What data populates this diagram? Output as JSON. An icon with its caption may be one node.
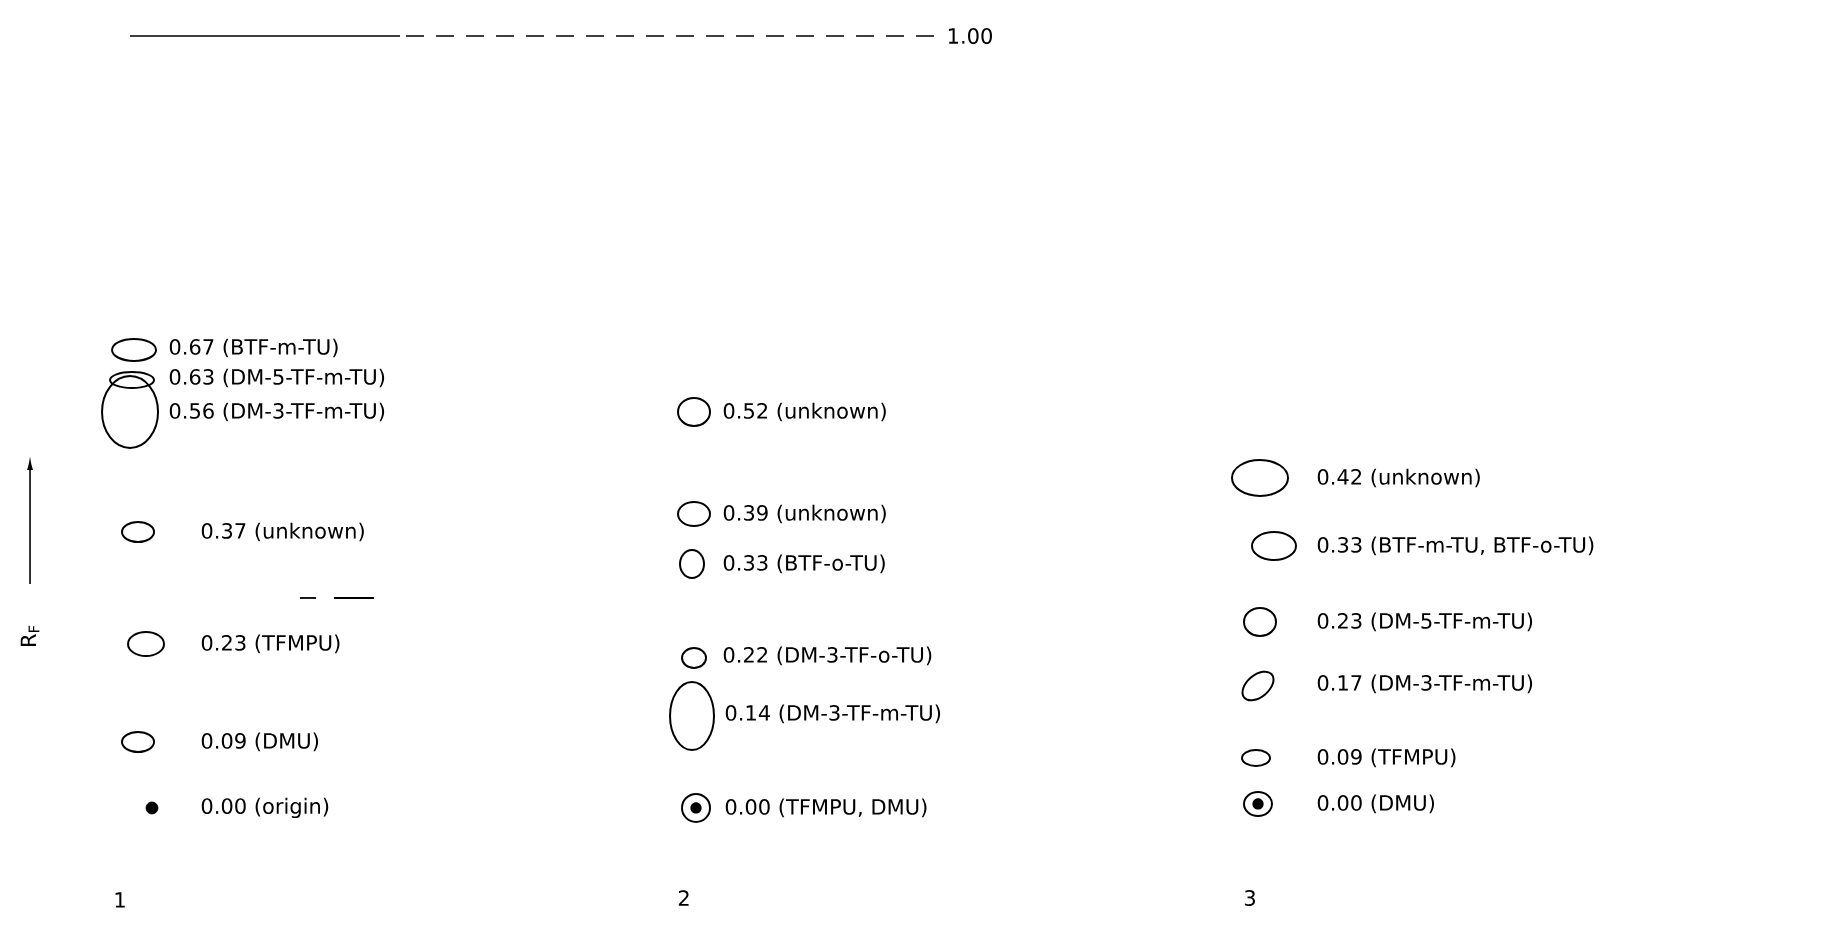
{
  "diagram": {
    "nodes": [
      {
        "text": [],
        "shape": "circle",
        "beside": [
          "0.67 (BTF-m-TU)"
        ]
      },
      {
        "text": [],
        "shape": "circle",
        "beside": [
          "0.63 (DM-5-TF-m-TU)"
        ]
      },
      {
        "text": [],
        "shape": "circle",
        "beside": [
          "0.56 (DM-3-TF-m-TU)"
        ]
      },
      {
        "text": [],
        "shape": "circle",
        "beside": [
          "0.37 (unknown)"
        ]
      },
      {
        "text": [],
        "shape": "circle",
        "beside": [
          "0.23 (TFMPU)"
        ]
      },
      {
        "text": [],
        "shape": "circle",
        "beside": [
          "0.09 (DMU)"
        ]
      },
      {
        "text": [],
        "shape": "circle",
        "beside": [
          "0.00 (origin)"
        ]
      },
      {
        "text": [],
        "shape": "circle",
        "beside": [
          "0.52 (unknown)"
        ]
      },
      {
        "text": [],
        "shape": "circle",
        "beside": [
          "0.39 (unknown)"
        ]
      },
      {
        "text": [],
        "shape": "circle",
        "beside": [
          "0.33 (BTF-o-TU)"
        ]
      },
      {
        "text": [],
        "shape": "circle",
        "beside": [
          "0.22 (DM-3-TF-o-TU)"
        ]
      },
      {
        "text": [],
        "shape": "circle",
        "beside": [
          "0.14 (DM-3-TF-m-TU)"
        ]
      },
      {
        "text": [],
        "shape": "circle",
        "beside": [
          "0.00 (TFMPU, DMU)"
        ]
      },
      {
        "text": [],
        "shape": "circle",
        "beside": [
          "0.42 (unknown)"
        ]
      },
      {
        "text": [],
        "shape": "circle",
        "beside": [
          "0.33 (BTF-m-TU, BTF-o-TU)"
        ]
      },
      {
        "text": [],
        "shape": "circle",
        "beside": [
          "0.23 (DM-5-TF-m-TU)"
        ]
      },
      {
        "text": [],
        "shape": "circle",
        "beside": [
          "0.17 (DM-3-TF-m-TU)"
        ]
      },
      {
        "text": [],
        "shape": "circle",
        "beside": [
          "0.09 (TFMPU)"
        ]
      },
      {
        "text": [],
        "shape": "circle",
        "beside": [
          "0.00 (DMU)"
        ]
      }
    ],
    "labels": [
      "1.00",
      "R$_{F}$",
      "1",
      "2",
      "3"
    ]
  }
}
